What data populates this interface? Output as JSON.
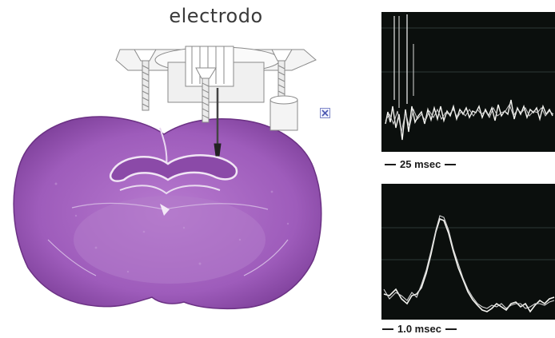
{
  "title": "electrodo",
  "traces": {
    "top_scale_label": "25 msec",
    "bottom_scale_label": "1.0 msec"
  },
  "colors": {
    "tissue": "#a565c0",
    "tissue_dark": "#7a3e95",
    "scope_bg": "#0b0f0d",
    "trace": "#f4f4f0"
  },
  "icons": {
    "close": "close-x-icon"
  }
}
